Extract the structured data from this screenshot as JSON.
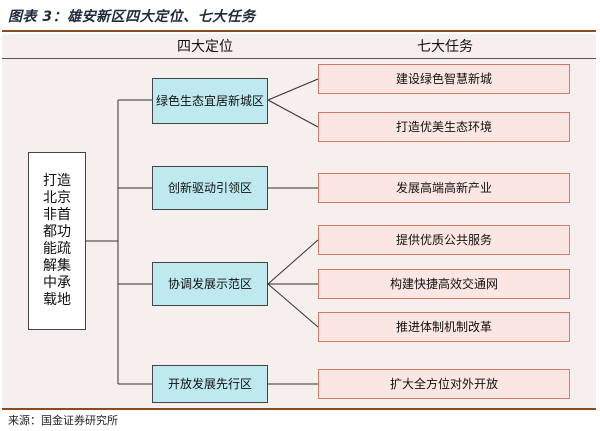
{
  "title": "图表 3：雄安新区四大定位、七大任务",
  "headers": {
    "positions": "四大定位",
    "tasks": "七大任务"
  },
  "root": "打造北京非首都功能疏解集中承载地",
  "positions": [
    "绿色生态宜居新城区",
    "创新驱动引领区",
    "协调发展示范区",
    "开放发展先行区"
  ],
  "tasks": [
    "建设绿色智慧新城",
    "打造优美生态环境",
    "发展高端高新产业",
    "提供优质公共服务",
    "构建快捷高效交通网",
    "推进体制机制改革",
    "扩大全方位对外开放"
  ],
  "source": "来源：国金证券研究所",
  "colors": {
    "position_fill": "#bde9ef",
    "task_fill": "#fbe6e3",
    "task_border": "#d27a63",
    "panel_bg": "#f7eeee",
    "rule": "#8a4b1f"
  }
}
